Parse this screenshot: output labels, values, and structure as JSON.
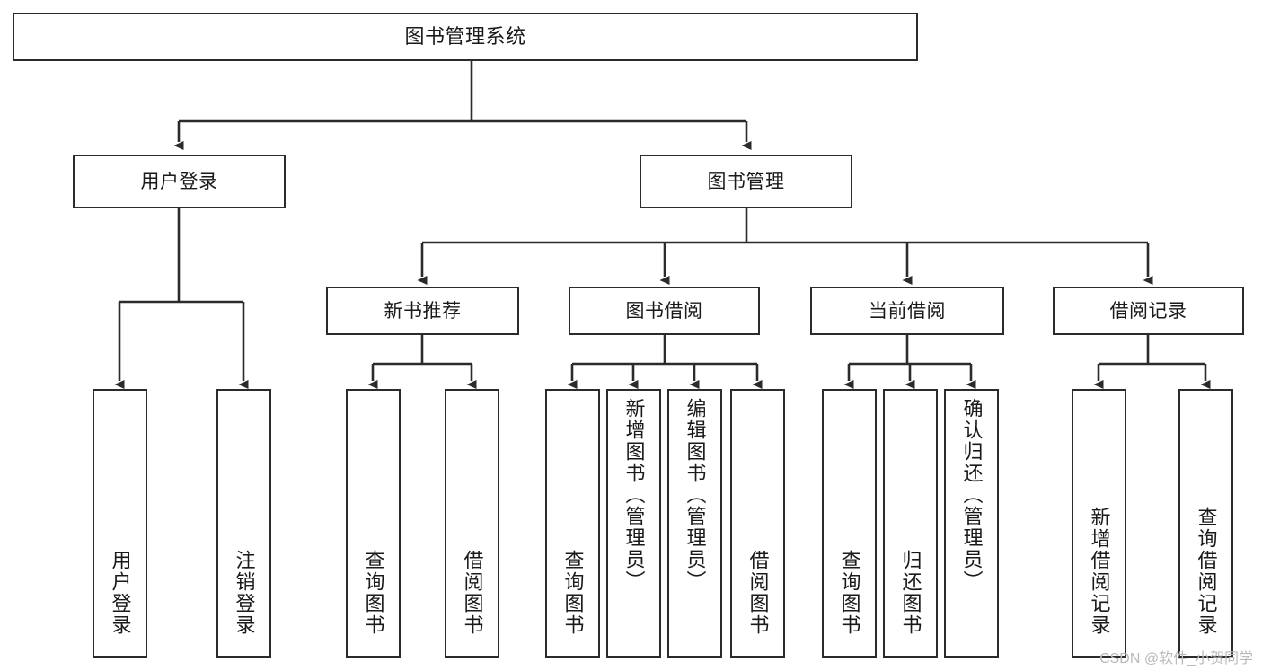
{
  "diagram": {
    "type": "tree-hierarchy",
    "title": "图书管理系统",
    "root": {
      "id": "root",
      "label": "图书管理系统"
    },
    "level2": [
      {
        "id": "user-login",
        "label": "用户登录"
      },
      {
        "id": "book-management",
        "label": "图书管理"
      }
    ],
    "level3": [
      {
        "id": "new-book-recommend",
        "label": "新书推荐",
        "parent": "book-management"
      },
      {
        "id": "book-borrow",
        "label": "图书借阅",
        "parent": "book-management"
      },
      {
        "id": "current-borrow",
        "label": "当前借阅",
        "parent": "book-management"
      },
      {
        "id": "borrow-record",
        "label": "借阅记录",
        "parent": "book-management"
      }
    ],
    "leaves": {
      "user_login": [
        {
          "id": "leaf-user-login",
          "label": "用户登录"
        },
        {
          "id": "leaf-logout",
          "label": "注销登录"
        }
      ],
      "new_book_recommend": [
        {
          "id": "leaf-query-book-1",
          "label": "查询图书"
        },
        {
          "id": "leaf-borrow-book-1",
          "label": "借阅图书"
        }
      ],
      "book_borrow": [
        {
          "id": "leaf-query-book-2",
          "label": "查询图书"
        },
        {
          "id": "leaf-add-book",
          "label": "新增图书（管理员）"
        },
        {
          "id": "leaf-edit-book",
          "label": "编辑图书（管理员）"
        },
        {
          "id": "leaf-borrow-book-2",
          "label": "借阅图书"
        }
      ],
      "current_borrow": [
        {
          "id": "leaf-query-book-3",
          "label": "查询图书"
        },
        {
          "id": "leaf-return-book",
          "label": "归还图书"
        },
        {
          "id": "leaf-confirm-return",
          "label": "确认归还（管理员）"
        }
      ],
      "borrow_record": [
        {
          "id": "leaf-add-record",
          "label": "新增借阅记录"
        },
        {
          "id": "leaf-query-record",
          "label": "查询借阅记录"
        }
      ]
    }
  },
  "watermark": {
    "text": "CSDN @软件_小贺同学"
  },
  "colors": {
    "background": "#ffffff",
    "box_border": "#2b2b2b",
    "box_fill": "#ffffff",
    "connector": "#2b2b2b",
    "text": "#1a1a1a",
    "watermark": "#b9b9b9"
  }
}
